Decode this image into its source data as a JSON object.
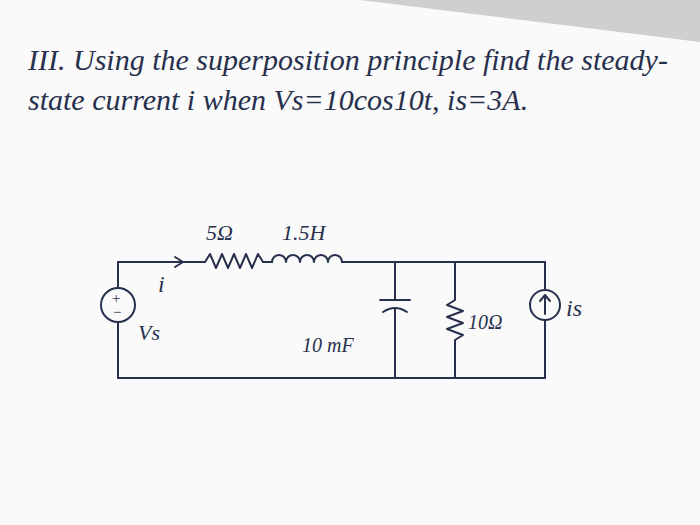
{
  "diagram": {
    "title": "III. Using the superposition principle find the steady-state current i when Vs=10cos10t, is=3A.",
    "labels": [
      "5Ω",
      "1.5H",
      "i",
      "+",
      "−",
      "Vs",
      "10 mF",
      "10Ω",
      "is"
    ]
  }
}
